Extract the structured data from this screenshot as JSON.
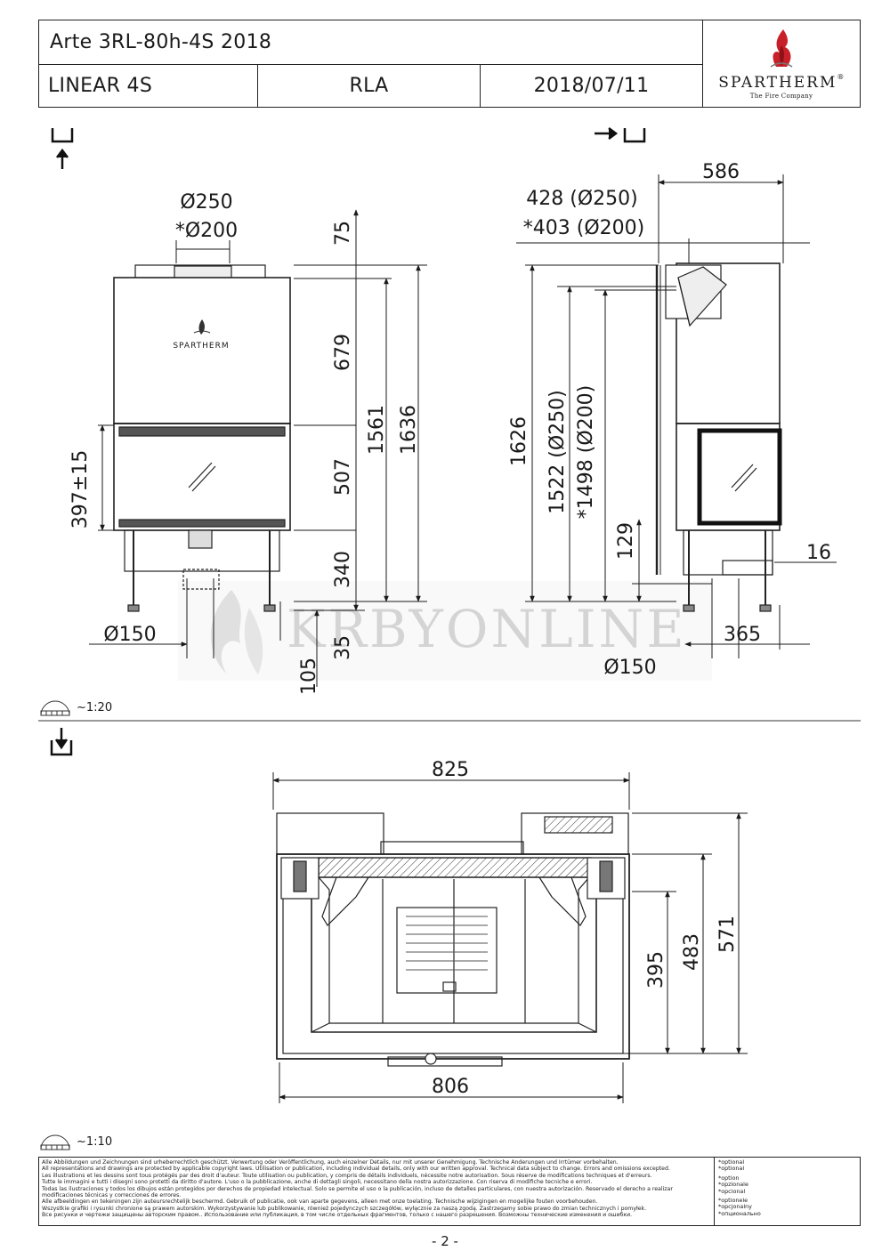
{
  "header": {
    "title": "Arte 3RL-80h-4S 2018",
    "series": "LINEAR 4S",
    "variant": "RLA",
    "date": "2018/07/11",
    "brand": "SPARTHERM",
    "brand_tagline": "The Fire Company",
    "registered": "®"
  },
  "front_view": {
    "flue_diameter": "Ø250",
    "flue_diameter_alt": "*Ø200",
    "brand_on_unit": "SPARTHERM",
    "dim_top": "75",
    "dim_upper": "679",
    "dim_glass": "507",
    "dim_base": "340",
    "dim_foot": "35",
    "dim_floor": "105",
    "dim_total": "1636",
    "dim_to_flue": "1561",
    "dim_door_height": "397±15",
    "inlet_diameter": "Ø150"
  },
  "side_view": {
    "dim_depth": "586",
    "dim_flue_offset": "428 (Ø250)",
    "dim_flue_offset_alt": "*403 (Ø200)",
    "dim_height": "1626",
    "dim_flue_height": "1522 (Ø250)",
    "dim_flue_height_alt": "*1498 (Ø200)",
    "dim_inlet_height": "129",
    "dim_side": "16",
    "dim_inlet_offset": "365",
    "inlet_diameter": "Ø150"
  },
  "top_view": {
    "dim_outer_width": "825",
    "dim_inner_width": "806",
    "dim_depth_total": "571",
    "dim_depth_body": "483",
    "dim_depth_firebox": "395"
  },
  "scales": {
    "elevation": "~1:20",
    "plan": "~1:10"
  },
  "watermark": "KRBYONLINE",
  "footer": {
    "disclaimer_lines": [
      "Alle Abbildungen und Zeichnungen sind urheberrechtlich geschützt. Verwertung oder Veröffentlichung, auch einzelner Details, nur mit unserer Genehmigung. Technische Änderungen und Irrtümer vorbehalten.",
      "All representations and drawings are protected by applicable copyright laws. Utilisation or publication, including individual details, only with our written approval. Technical data subject to change. Errors and omissions excepted.",
      "Les illustrations et les dessins sont tous protégés par des droit d'auteur. Toute utilisation ou publication, y compris de détails individuels, nécessite notre autorisation. Sous réserve de modifications techniques et d'erreurs.",
      "Tutte le immagini e tutti i disegni sono protetti da diritto d'autore. L'uso o la pubblicazione, anche di dettagli singoli, necessitano della nostra autorizzazione. Con riserva di modifiche tecniche e errori.",
      "Todas las ilustraciones y todos los dibujos están protegidos por derechos de propiedad intelectual. Solo se permite el uso o la publicación, incluso de detalles particulares, con nuestra autorización. Reservado el derecho a realizar modificaciones técnicas y correcciones de errores.",
      "Alle afbeeldingen en tekeningen zijn auteursrechtelijk beschermd. Gebruik of publicatie, ook van aparte gegevens, alleen met onze toelating. Technische wijzigingen en mogelijke fouten voorbehouden.",
      "Wszystkie grafiki i rysunki chronione są prawem autorskim. Wykorzystywanie lub publikowanie, również pojedynczych szczegółów, wyłącznie za naszą zgodą. Zastrzegamy sobie prawo do zmian technicznych i pomyłek.",
      "Все рисунки и чертежи защищены авторским правом.. Использование или публикация, в том числе отдельных фрагментов, только с нашего разрешения. Возможны технические изменения и ошибки."
    ],
    "optional_labels": [
      "*optional",
      "*optional",
      "*option",
      "*opzionale",
      "*opcional",
      "*optionele",
      "*opcjonalny",
      "*опционально"
    ]
  },
  "page_number": "- 2 -"
}
